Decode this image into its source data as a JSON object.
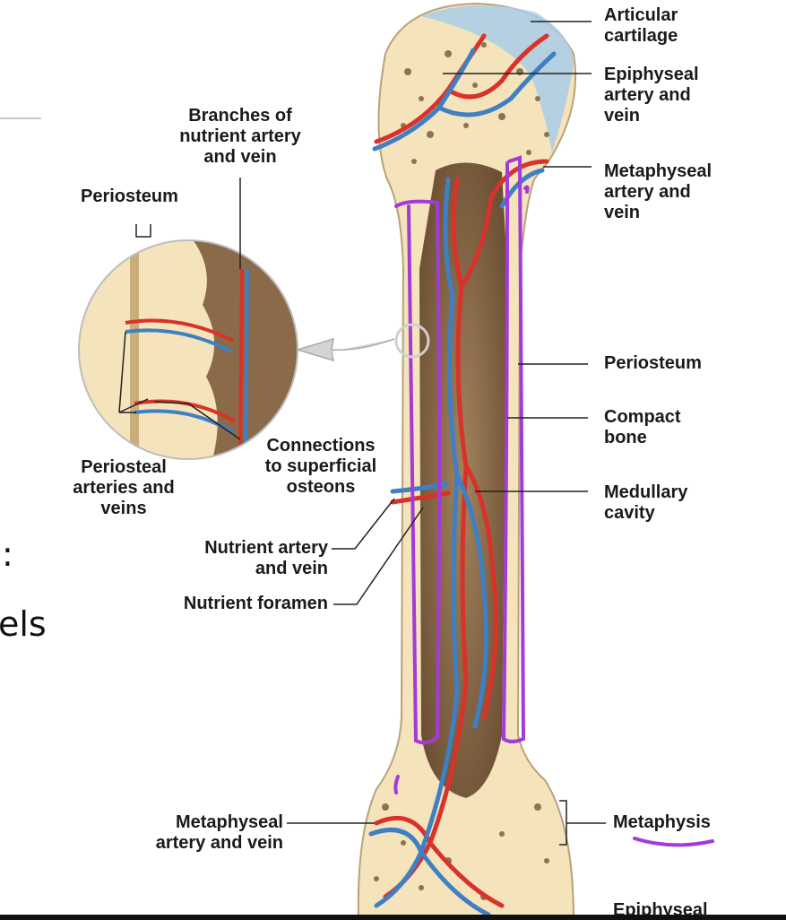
{
  "labels": {
    "articular_cartilage": "Articular\ncartilage",
    "epiphyseal_artery_vein": "Epiphyseal\nartery and\nvein",
    "metaphyseal_artery_vein_right": "Metaphyseal\nartery and\nvein",
    "branches_nutrient": "Branches of\nnutrient artery\nand vein",
    "periosteum_inset": "Periosteum",
    "periosteum": "Periosteum",
    "compact_bone": "Compact\nbone",
    "medullary_cavity": "Medullary\ncavity",
    "connections": "Connections\nto superficial\nosteons",
    "periosteal_arteries": "Periosteal\narteries and\nveins",
    "nutrient_artery_vein": "Nutrient artery\nand vein",
    "nutrient_foramen": "Nutrient foramen",
    "metaphyseal_artery_vein_left": "Metaphyseal\nartery and vein",
    "metaphysis": "Metaphysis",
    "epiphyseal_bottom": "Epiphyseal"
  },
  "slide_text": {
    "fragment_colon": ":",
    "fragment_els": "els"
  },
  "colors": {
    "artery": "#d8322a",
    "vein": "#3f7fc4",
    "bone": "#f4e3bb",
    "marrow": "#8a6a48",
    "cartilage": "#a9cde8",
    "annotation": "#a23bd8"
  }
}
